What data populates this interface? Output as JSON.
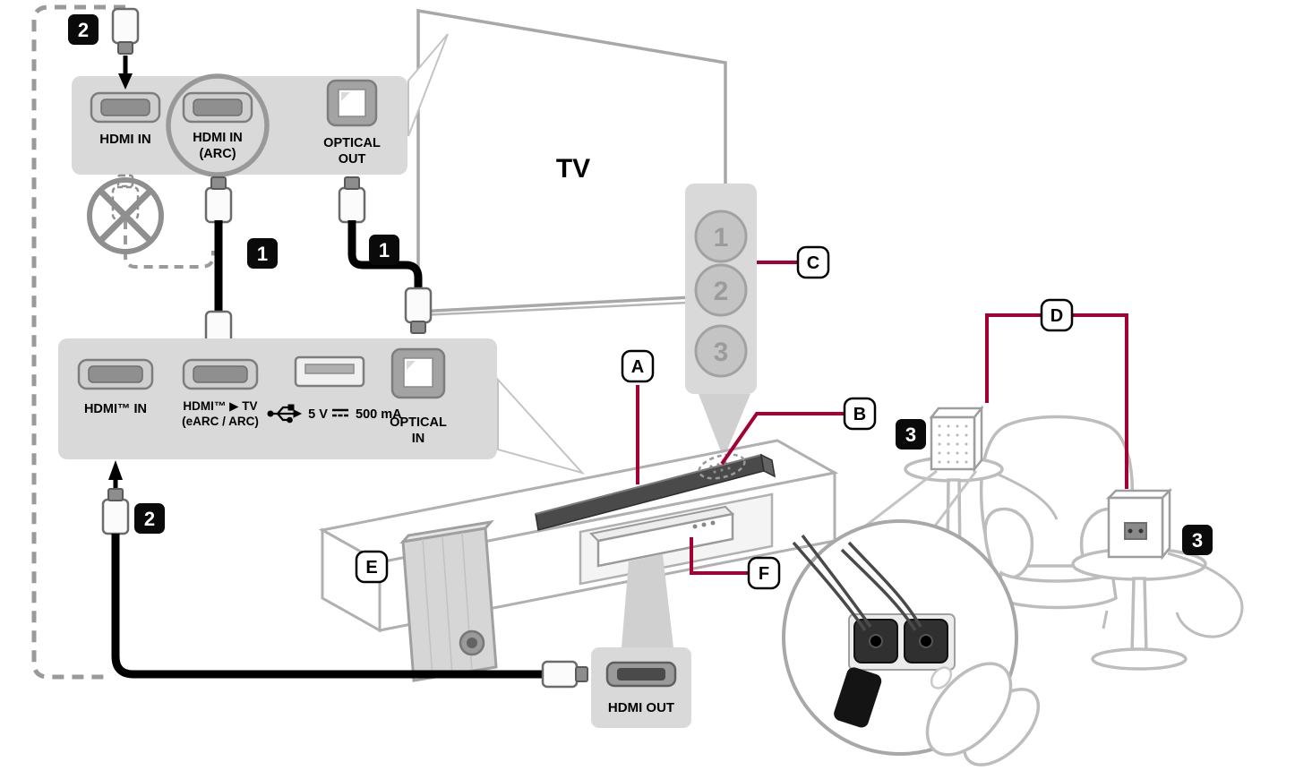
{
  "colors": {
    "accent": "#a50034",
    "panel": "#d9d9d9",
    "cable": "#000000"
  },
  "tv": {
    "label": "TV"
  },
  "tv_ports_panel": {
    "hdmi_in_label": "HDMI IN",
    "hdmi_in_arc_label_line1": "HDMI IN",
    "hdmi_in_arc_label_line2": "(ARC)",
    "optical_out_label_line1": "OPTICAL",
    "optical_out_label_line2": "OUT"
  },
  "tv_inputs_panel": {
    "inputs": [
      "1",
      "2",
      "3"
    ]
  },
  "soundbar_ports_panel": {
    "hdmi_in_label": "HDMI™ IN",
    "hdmi_arc_label_line1": "HDMI™ ▶ TV",
    "hdmi_arc_label_line2": "(eARC / ARC)",
    "usb_label_volts": "5 V",
    "usb_label_current": "500 mA",
    "optical_in_label_line1": "OPTICAL",
    "optical_in_label_line2": "IN"
  },
  "device_panel": {
    "hdmi_out_label": "HDMI OUT"
  },
  "steps": {
    "step1": "1",
    "step2": "2",
    "step3": "3"
  },
  "callouts": {
    "a": "A",
    "b": "B",
    "c": "C",
    "d": "D",
    "e": "E",
    "f": "F"
  }
}
